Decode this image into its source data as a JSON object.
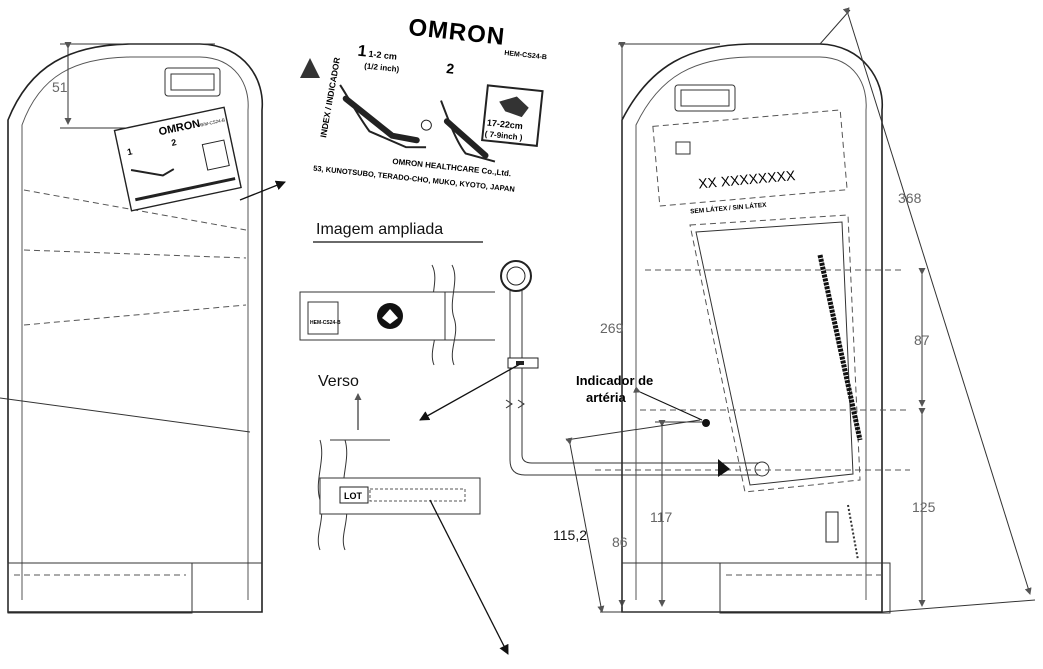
{
  "labels": {
    "enlarged_caption": "Imagem ampliada",
    "back_side": "Verso",
    "artery_indicator_line1": "Indicador de",
    "artery_indicator_line2": "artéria",
    "brand": "OMRON",
    "model": "HEM-CS24-B",
    "label_step1": "1",
    "label_step1_size": "1-2 cm",
    "label_step1_size_in": "(1/2 inch)",
    "label_step2": "2",
    "label_arm_range": "17-22cm",
    "label_arm_range_in": "( 7-9inch )",
    "label_index": "INDEX / INDICADOR",
    "manufacturer": "OMRON HEALTHCARE Co.,Ltd.",
    "address": "53, KUNOTSUBO, TERADO-CHO, MUKO, KYOTO, JAPAN",
    "lot": "LOT",
    "serial": "XX XXXXXXXX",
    "latex_free": "SEM LÁTEX / SIN LÁTEX",
    "small_model": "HEM-CS24-B"
  },
  "dimensions": {
    "d51": "51",
    "d368": "368",
    "d269": "269",
    "d87": "87",
    "d125": "125",
    "d117": "117",
    "d115": "115,2",
    "d86": "86"
  }
}
